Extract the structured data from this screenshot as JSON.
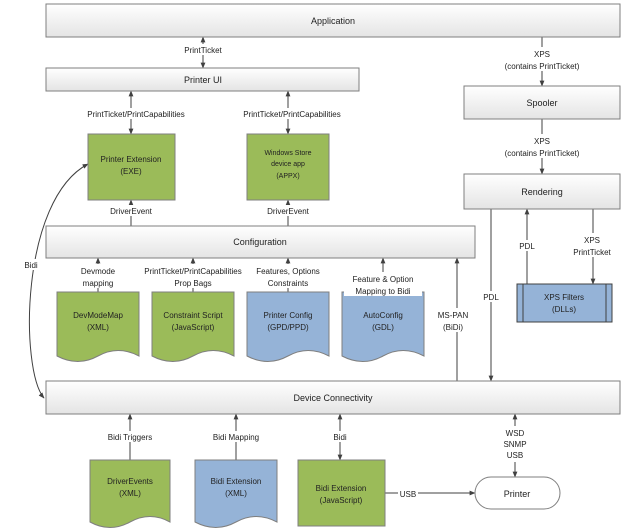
{
  "colors": {
    "green_fill": "#9BBB59",
    "blue_fill": "#95B3D7",
    "box_stroke": "#7F7F7F",
    "arrow": "#404040",
    "header_fill_top": "#FFFFFF",
    "header_fill_bottom": "#E4E4E4"
  },
  "boxes": {
    "application": "Application",
    "printer_ui": "Printer UI",
    "printer_extension": [
      "Printer Extension",
      "(EXE)"
    ],
    "windows_store_app": [
      "Windows Store",
      "device app",
      "(APPX)"
    ],
    "spooler": "Spooler",
    "rendering": "Rendering",
    "configuration": "Configuration",
    "devmodemap": [
      "DevModeMap",
      "(XML)"
    ],
    "constraint_script": [
      "Constraint Script",
      "(JavaScript)"
    ],
    "printer_config": [
      "Printer Config",
      "(GPD/PPD)"
    ],
    "autoconfig": [
      "AutoConfig",
      "(GDL)"
    ],
    "xps_filters": [
      "XPS Filters",
      "(DLLs)"
    ],
    "device_connectivity": "Device Connectivity",
    "driver_events": [
      "DriverEvents",
      "(XML)"
    ],
    "bidi_extension_xml": [
      "Bidi Extension",
      "(XML)"
    ],
    "bidi_extension_js": [
      "Bidi Extension",
      "(JavaScript)"
    ],
    "printer": "Printer"
  },
  "labels": {
    "print_ticket": "PrintTicket",
    "ptpc_left": "PrintTicket/PrintCapabilities",
    "ptpc_right": "PrintTicket/PrintCapabilities",
    "xps_app_spooler": [
      "XPS",
      "(contains PrintTicket)"
    ],
    "xps_spooler_render": [
      "XPS",
      "(contains PrintTicket)"
    ],
    "driver_event_left": "DriverEvent",
    "driver_event_right": "DriverEvent",
    "bidi_side": "Bidi",
    "devmode_mapping": [
      "Devmode",
      "mapping"
    ],
    "ptpc_prop_bags": [
      "PrintTicket/PrintCapabilities",
      "Prop Bags"
    ],
    "features_options": [
      "Features, Options",
      "Constraints"
    ],
    "feature_option_mapping": [
      "Feature & Option",
      "Mapping to Bidi"
    ],
    "ms_pan": [
      "MS-PAN",
      "(BiDi)"
    ],
    "pdl_down": "PDL",
    "pdl_up": "PDL",
    "xps_printticket": [
      "XPS",
      "PrintTicket"
    ],
    "bidi_triggers": "Bidi Triggers",
    "bidi_mapping": "Bidi Mapping",
    "bidi_bottom": "Bidi",
    "wsd_snmp_usb": [
      "WSD",
      "SNMP",
      "USB"
    ],
    "usb": "USB"
  }
}
